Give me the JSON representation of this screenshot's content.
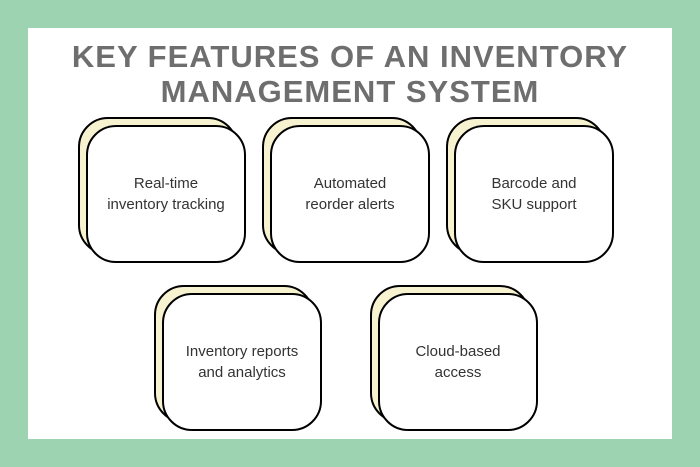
{
  "title": {
    "lines": [
      "Key Features of an Inventory",
      "Management System"
    ]
  },
  "cards": [
    {
      "label": "Real-time inventory tracking"
    },
    {
      "label": "Automated reorder alerts"
    },
    {
      "label": "Barcode and SKU support"
    },
    {
      "label": "Inventory reports and analytics"
    },
    {
      "label": "Cloud-based access"
    }
  ],
  "colors": {
    "frame_border": "#9ed3b2",
    "page_background": "#ffffff",
    "card_back": "#f7f2cf",
    "card_border": "#000000",
    "title_text": "#6e6e6e",
    "card_text": "#333333"
  }
}
